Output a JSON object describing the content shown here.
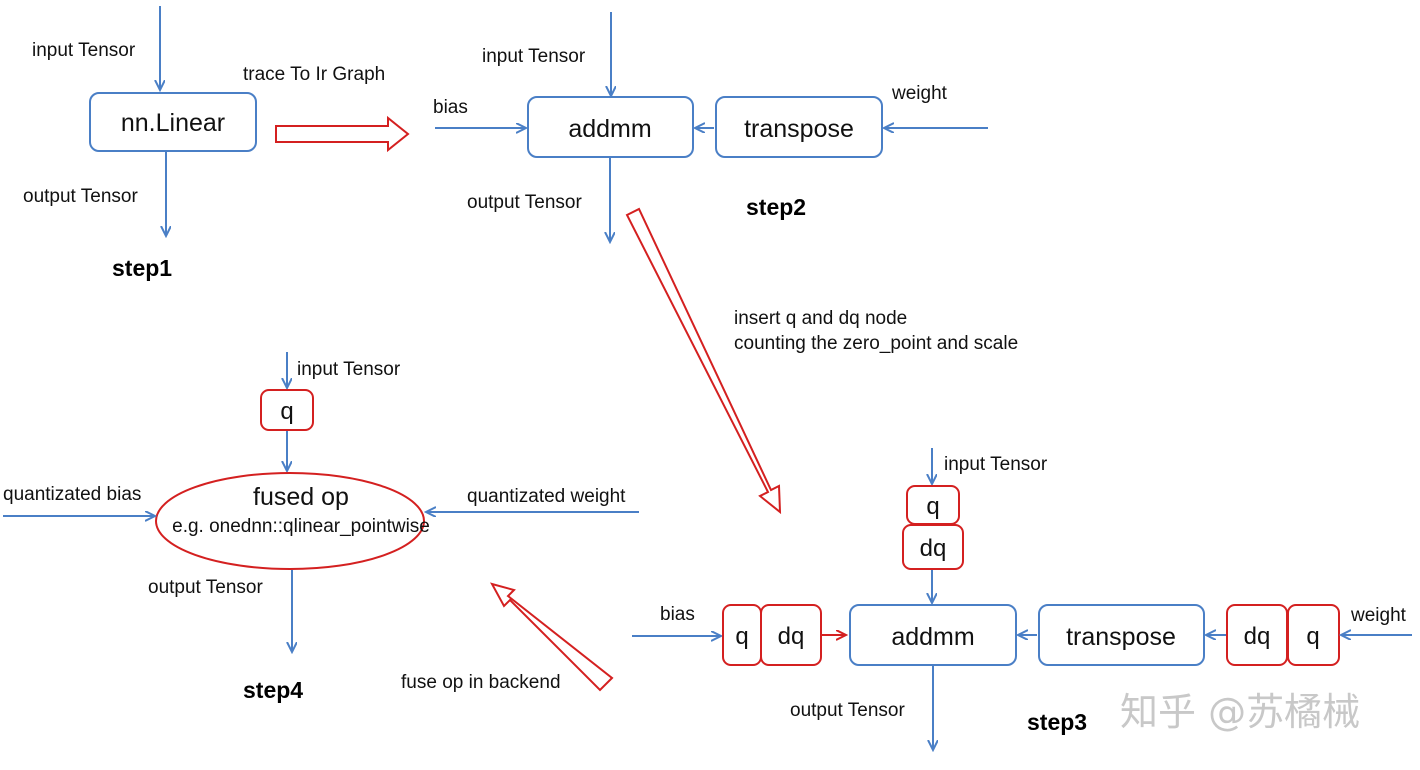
{
  "step1": {
    "input_label": "input Tensor",
    "box_label": "nn.Linear",
    "output_label": "output Tensor",
    "step_label": "step1"
  },
  "transition1": {
    "label": "trace To Ir Graph"
  },
  "step2": {
    "input_label": "input Tensor",
    "bias_label": "bias",
    "weight_label": "weight",
    "addmm_label": "addmm",
    "transpose_label": "transpose",
    "output_label": "output Tensor",
    "step_label": "step2"
  },
  "transition2": {
    "line1": "insert q and dq node",
    "line2": "counting the zero_point and scale"
  },
  "step3": {
    "input_label": "input Tensor",
    "q_label": "q",
    "dq_label": "dq",
    "bias_label": "bias",
    "bias_q_label": "q",
    "bias_dq_label": "dq",
    "addmm_label": "addmm",
    "transpose_label": "transpose",
    "weight_dq_label": "dq",
    "weight_q_label": "q",
    "weight_label": "weight",
    "output_label": "output Tensor",
    "step_label": "step3"
  },
  "transition3": {
    "label": "fuse op in backend"
  },
  "step4": {
    "input_label": "input Tensor",
    "q_label": "q",
    "fused_title": "fused op",
    "fused_subtitle": "e.g. onednn::qlinear_pointwise",
    "bias_label": "quantizated bias",
    "weight_label": "quantizated  weight",
    "output_label": "output Tensor",
    "step_label": "step4"
  },
  "watermark": {
    "text": "知乎 @苏橘械"
  },
  "colors": {
    "flow_blue": "#4a7fc6",
    "quant_red": "#d42020"
  }
}
